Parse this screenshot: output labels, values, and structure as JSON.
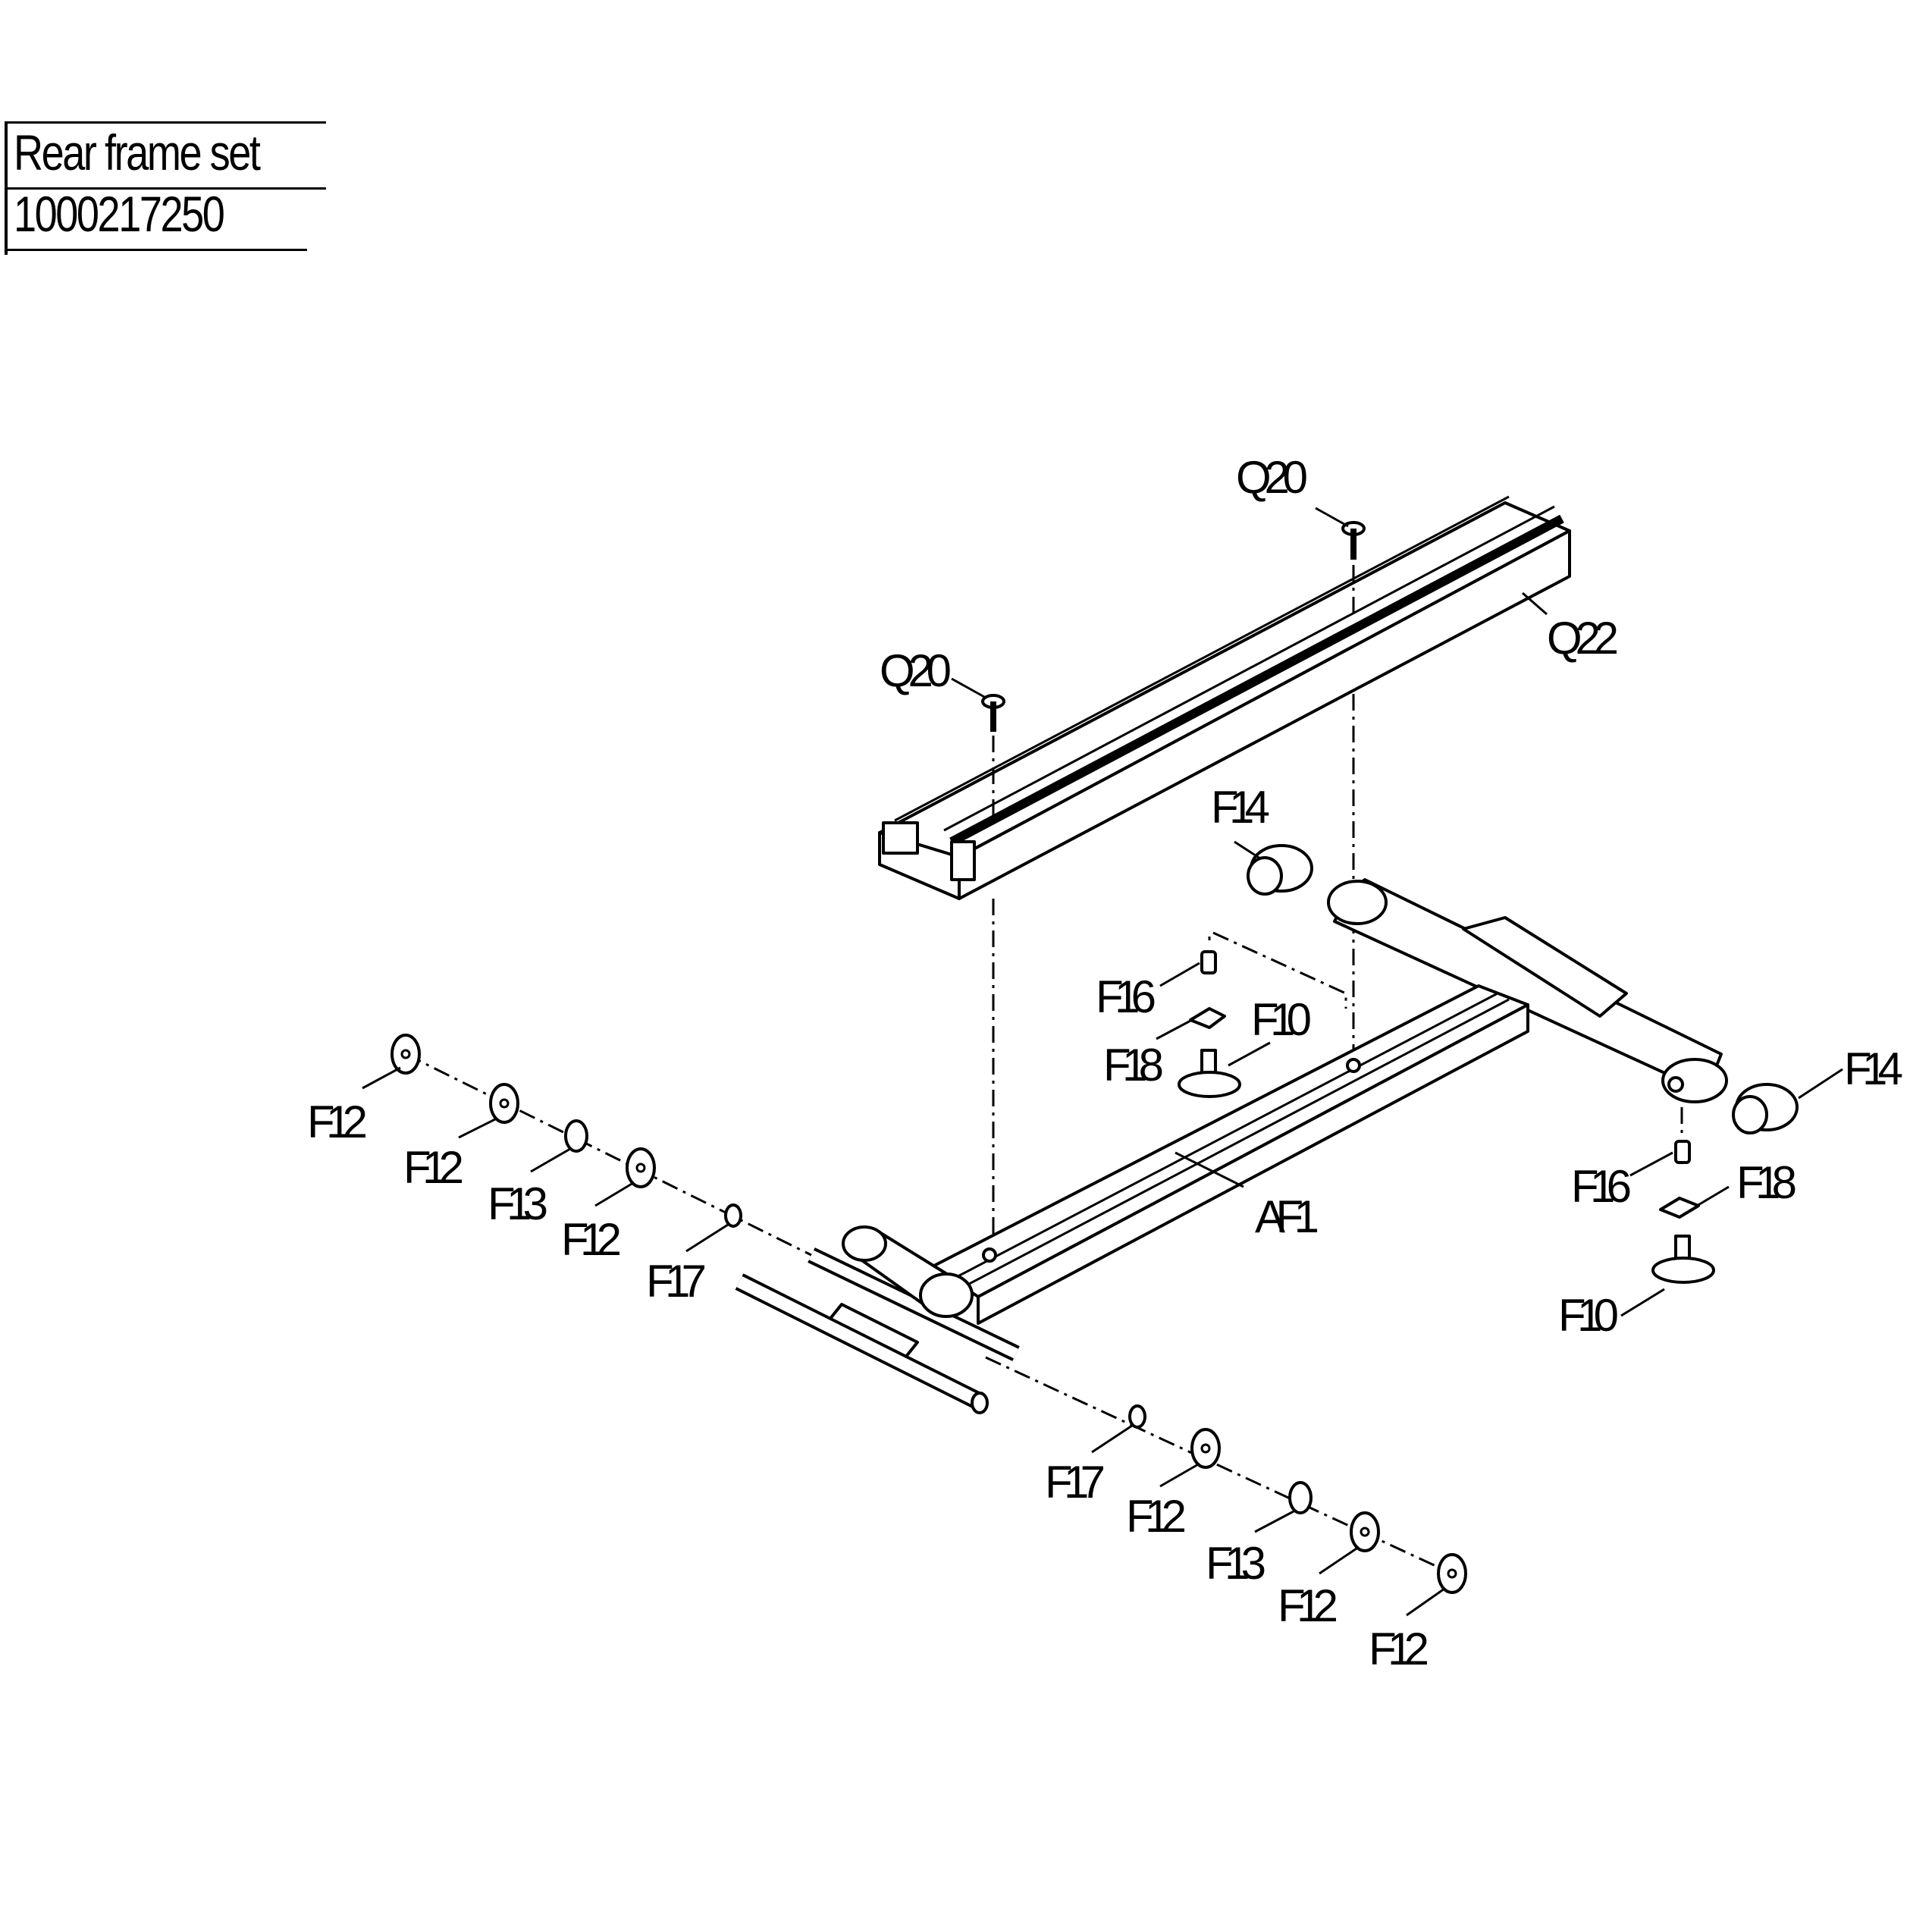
{
  "header": {
    "title": "Rear frame set",
    "part_number": "1000217250"
  },
  "callouts": {
    "q20_a": "Q20",
    "q20_b": "Q20",
    "q22": "Q22",
    "f14_a": "F14",
    "f14_b": "F14",
    "f16_a": "F16",
    "f16_b": "F16",
    "f18_a": "F18",
    "f18_b": "F18",
    "f10_a": "F10",
    "f10_b": "F10",
    "af1": "AF1",
    "f12_1": "F12",
    "f12_2": "F12",
    "f12_3": "F12",
    "f12_4": "F12",
    "f12_5": "F12",
    "f12_6": "F12",
    "f13_a": "F13",
    "f13_b": "F13",
    "f17_a": "F17",
    "f17_b": "F17"
  }
}
